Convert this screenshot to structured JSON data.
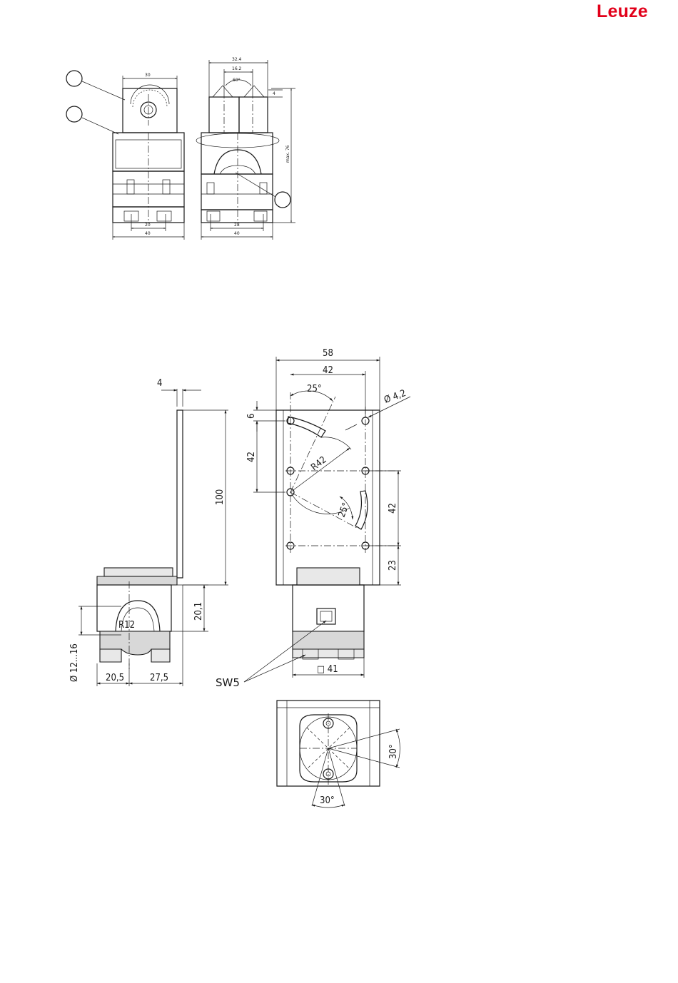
{
  "brand": {
    "name": "Leuze",
    "color": "#e2001a"
  },
  "top_views": {
    "left": {
      "width_top": "30",
      "bolt_spacing": "20",
      "width": "40"
    },
    "right": {
      "width_top": "32.4",
      "width_inner": "16.2",
      "angle": "60°",
      "offset": "4",
      "max_height": "max. 76",
      "bolt_spacing": "28",
      "width": "40"
    }
  },
  "side_view": {
    "thickness": "4",
    "height": "100",
    "clamp_height": "20,1",
    "diameter": "Ø 12...16",
    "half_left": "20,5",
    "half_right": "27,5",
    "bore_radius": "R12"
  },
  "front_view": {
    "width": "58",
    "hole_spacing": "42",
    "angle_top": "25°",
    "hole_diameter": "Ø 4,2",
    "top_offset": "6",
    "vertical_spacing": "42",
    "radius": "R42",
    "angle_bottom": "25°",
    "right_spacing": "42",
    "bottom_offset": "23",
    "square": "□ 41",
    "wrench": "SW5"
  },
  "bottom_view": {
    "angle_right": "30°",
    "angle_bottom": "30°"
  }
}
